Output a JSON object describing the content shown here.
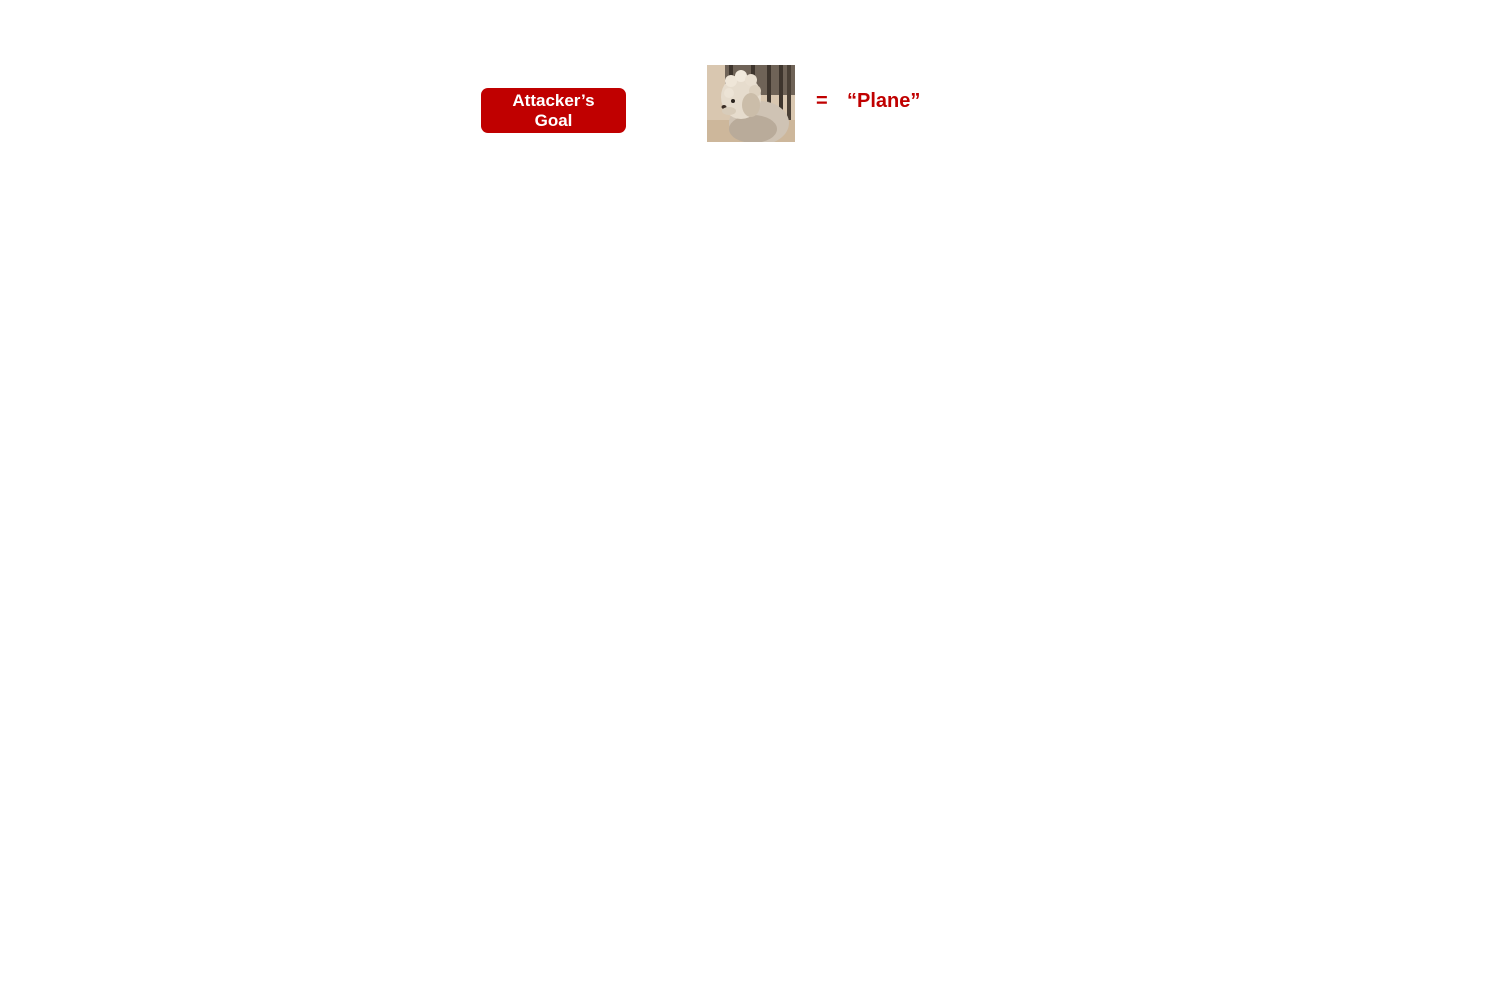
{
  "goal": {
    "line1": "Attacker’s",
    "line2": "Goal"
  },
  "image": {
    "subject": "dog-photo"
  },
  "equation": {
    "operator": "=",
    "target_label": "“Plane”"
  },
  "colors": {
    "accent": "#c00000",
    "badge_text": "#ffffff",
    "background": "#ffffff"
  }
}
